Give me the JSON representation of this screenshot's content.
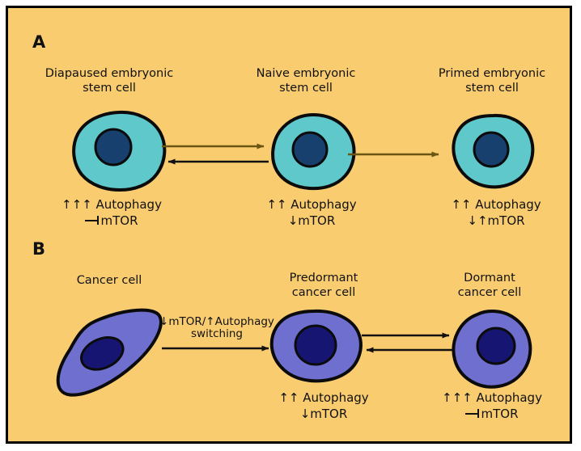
{
  "figure": {
    "background_color": "#F9CC70",
    "border_color": "#000000",
    "panels": [
      {
        "label": "A",
        "subject": "embryonic stem cells",
        "cells": [
          {
            "name": "diapaused-embryonic-stem-cell",
            "title": "Diapaused embryonic\nstem cell",
            "shape": "round-blob",
            "body_color": "#5FC8CB",
            "nucleus_color": "#17406E",
            "autophagy": "↑↑↑ Autophagy",
            "mtor": "mTOR",
            "mtor_symbol": "inhibition"
          },
          {
            "name": "naive-embryonic-stem-cell",
            "title": "Naive embryonic\nstem cell",
            "shape": "round-blob",
            "body_color": "#5FC8CB",
            "nucleus_color": "#17406E",
            "autophagy": "↑↑ Autophagy",
            "mtor": "↓mTOR",
            "mtor_symbol": "text"
          },
          {
            "name": "primed-embryonic-stem-cell",
            "title": "Primed embryonic\nstem cell",
            "shape": "round-blob",
            "body_color": "#5FC8CB",
            "nucleus_color": "#17406E",
            "autophagy": "↑↑ Autophagy",
            "mtor": "↓↑mTOR",
            "mtor_symbol": "text"
          }
        ],
        "connectors": [
          {
            "name": "diapaused-naive-bidirectional-arrow",
            "type": "bidirectional",
            "forward_color": "#6B5512",
            "back_color": "#111111",
            "caption": ""
          },
          {
            "name": "naive-primed-arrow",
            "type": "forward",
            "forward_color": "#6B5512",
            "back_color": "",
            "caption": ""
          }
        ]
      },
      {
        "label": "B",
        "subject": "cancer cells",
        "cells": [
          {
            "name": "cancer-cell",
            "title": "Cancer cell",
            "shape": "spindle",
            "body_color": "#6F6FD0",
            "nucleus_color": "#161672",
            "autophagy": "",
            "mtor": "",
            "mtor_symbol": "none"
          },
          {
            "name": "predormant-cancer-cell",
            "title": "Predormant\ncancer cell",
            "shape": "round-blob",
            "body_color": "#6F6FD0",
            "nucleus_color": "#161672",
            "autophagy": "↑↑ Autophagy",
            "mtor": "↓mTOR",
            "mtor_symbol": "text"
          },
          {
            "name": "dormant-cancer-cell",
            "title": "Dormant\ncancer cell",
            "shape": "circle",
            "body_color": "#6F6FD0",
            "nucleus_color": "#161672",
            "autophagy": "↑↑↑ Autophagy",
            "mtor": "mTOR",
            "mtor_symbol": "inhibition"
          }
        ],
        "connectors": [
          {
            "name": "cancer-predormant-arrow",
            "type": "forward",
            "forward_color": "#111111",
            "back_color": "",
            "caption": "↓mTOR/↑Autophagy\nswitching"
          },
          {
            "name": "predormant-dormant-bidirectional-arrow",
            "type": "bidirectional",
            "forward_color": "#111111",
            "back_color": "#111111",
            "caption": ""
          }
        ]
      }
    ]
  }
}
